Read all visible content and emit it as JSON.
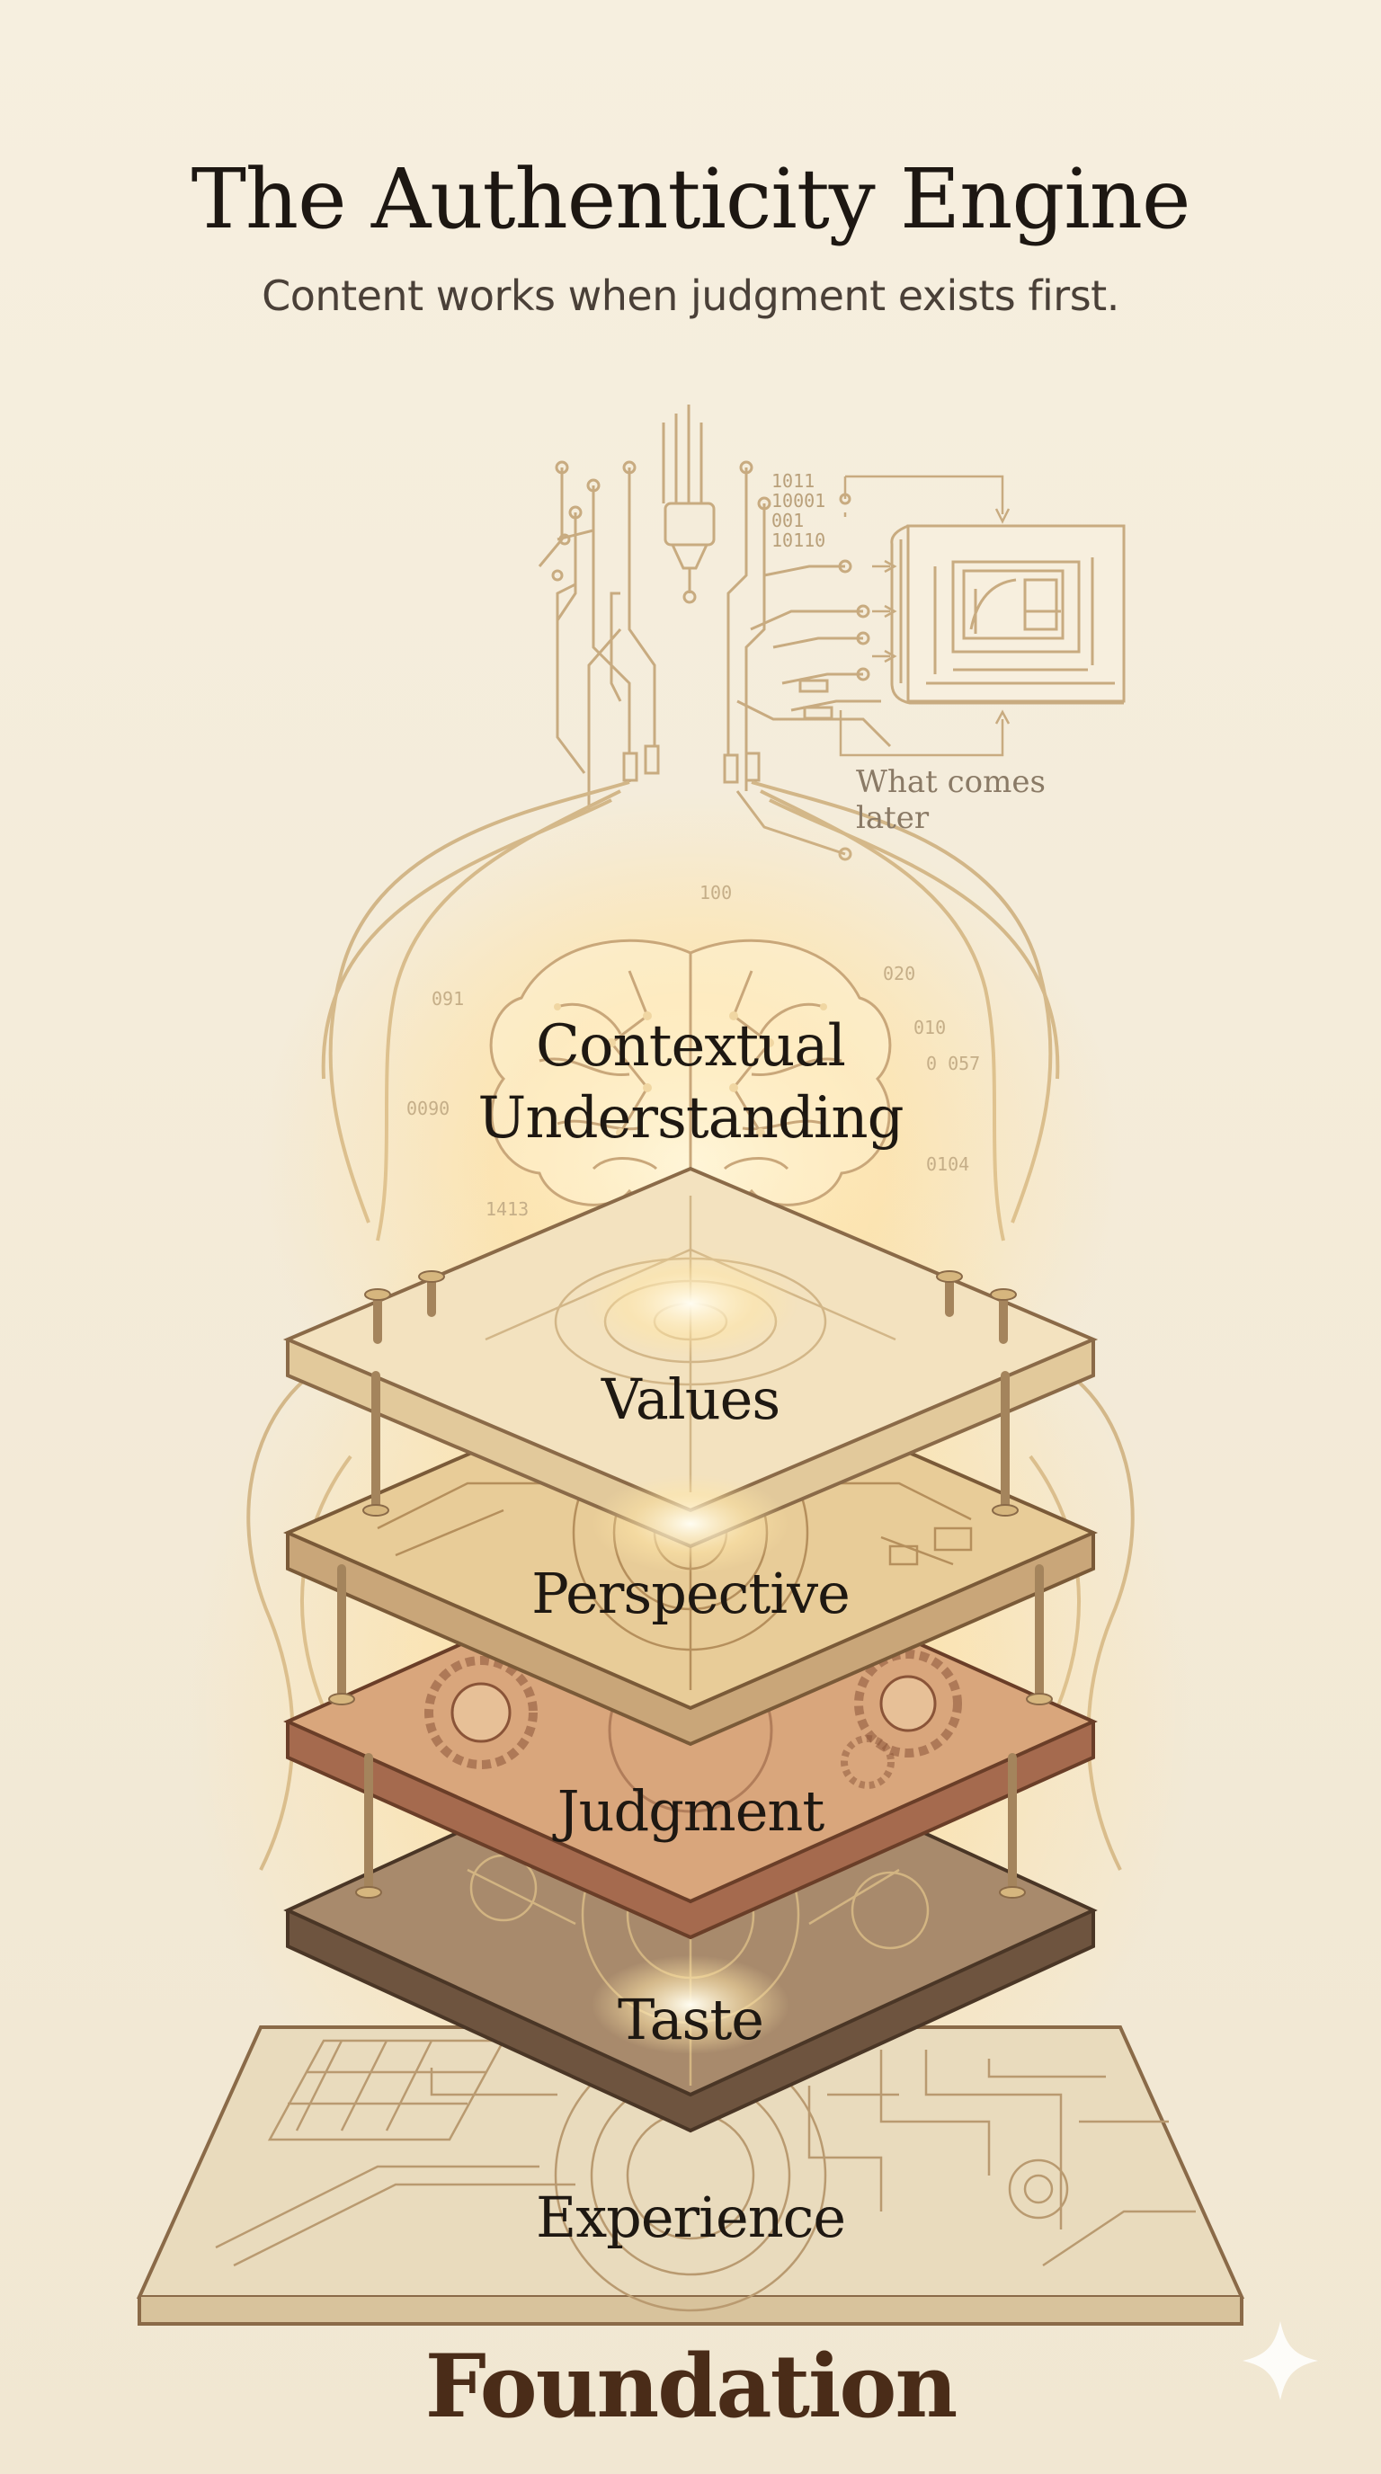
{
  "header": {
    "title": "The Authenticity Engine",
    "subtitle": "Content works when judgment exists first."
  },
  "later": {
    "label": "What comes later",
    "binary_lines": [
      "1011",
      "10001",
      "001",
      "10110"
    ]
  },
  "brain": {
    "label_line1": "Contextual",
    "label_line2": "Understanding",
    "binary_labels": [
      "100",
      "091",
      "020",
      "010",
      "0 057",
      "0090",
      "0104",
      "1413"
    ]
  },
  "layers": [
    {
      "label": "Values",
      "fill": "#f3e2bf"
    },
    {
      "label": "Perspective",
      "fill": "#e8cc98"
    },
    {
      "label": "Judgment",
      "fill": "#d9a67c"
    },
    {
      "label": "Taste",
      "fill": "#a88a6c"
    },
    {
      "label": "Experience",
      "fill": "#efe2c6"
    }
  ],
  "footer": {
    "label": "Foundation"
  },
  "colors": {
    "ink": "#1d1712",
    "line": "#b8976a",
    "glow": "#ffd98a",
    "foundation_text": "#4a2c18"
  }
}
